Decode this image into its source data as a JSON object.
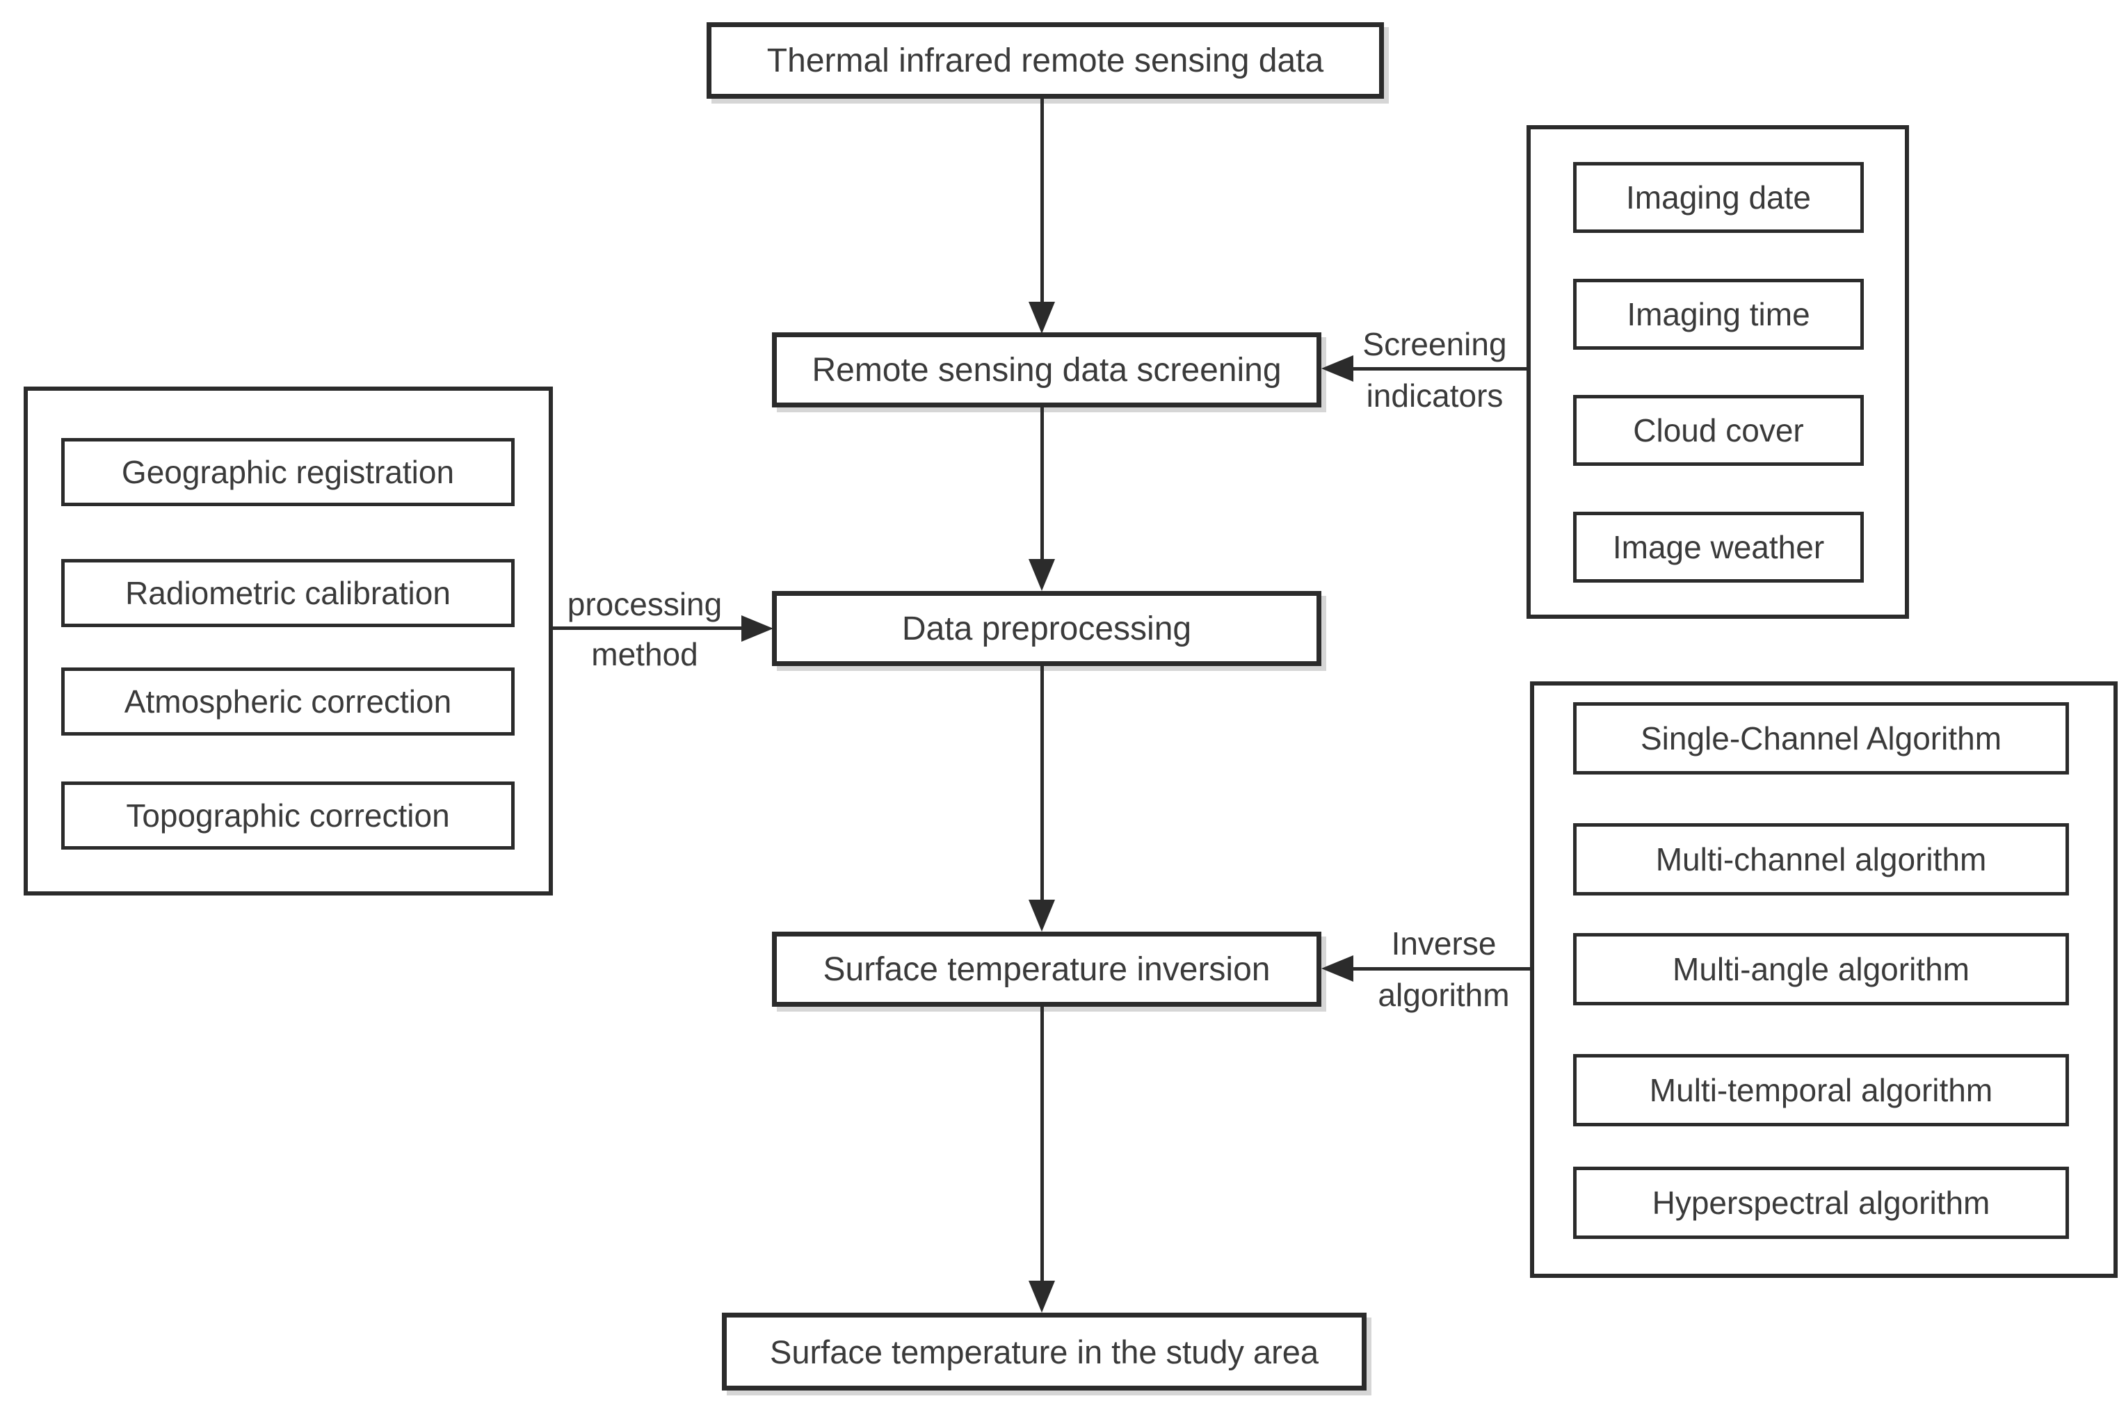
{
  "colors": {
    "ink": "#2b2b2b",
    "text": "#3a3a3a",
    "background": "#ffffff"
  },
  "flow": {
    "thermal": "Thermal infrared remote sensing data",
    "screening": "Remote sensing data screening",
    "preprocessing": "Data preprocessing",
    "inversion": "Surface temperature inversion",
    "result": "Surface temperature in the study area"
  },
  "edges": {
    "screening_indicators": {
      "line1": "Screening",
      "line2": "indicators"
    },
    "processing_method": {
      "line1": "processing",
      "line2": "method"
    },
    "inverse_algorithm": {
      "line1": "Inverse",
      "line2": "algorithm"
    }
  },
  "groups": {
    "preprocessing_methods": {
      "items": [
        "Geographic registration",
        "Radiometric calibration",
        "Atmospheric correction",
        "Topographic correction"
      ]
    },
    "screening_indicators": {
      "items": [
        "Imaging date",
        "Imaging time",
        "Cloud cover",
        "Image weather"
      ]
    },
    "inversion_algorithms": {
      "items": [
        "Single-Channel Algorithm",
        "Multi-channel algorithm",
        "Multi-angle algorithm",
        "Multi-temporal algorithm",
        "Hyperspectral algorithm"
      ]
    }
  }
}
